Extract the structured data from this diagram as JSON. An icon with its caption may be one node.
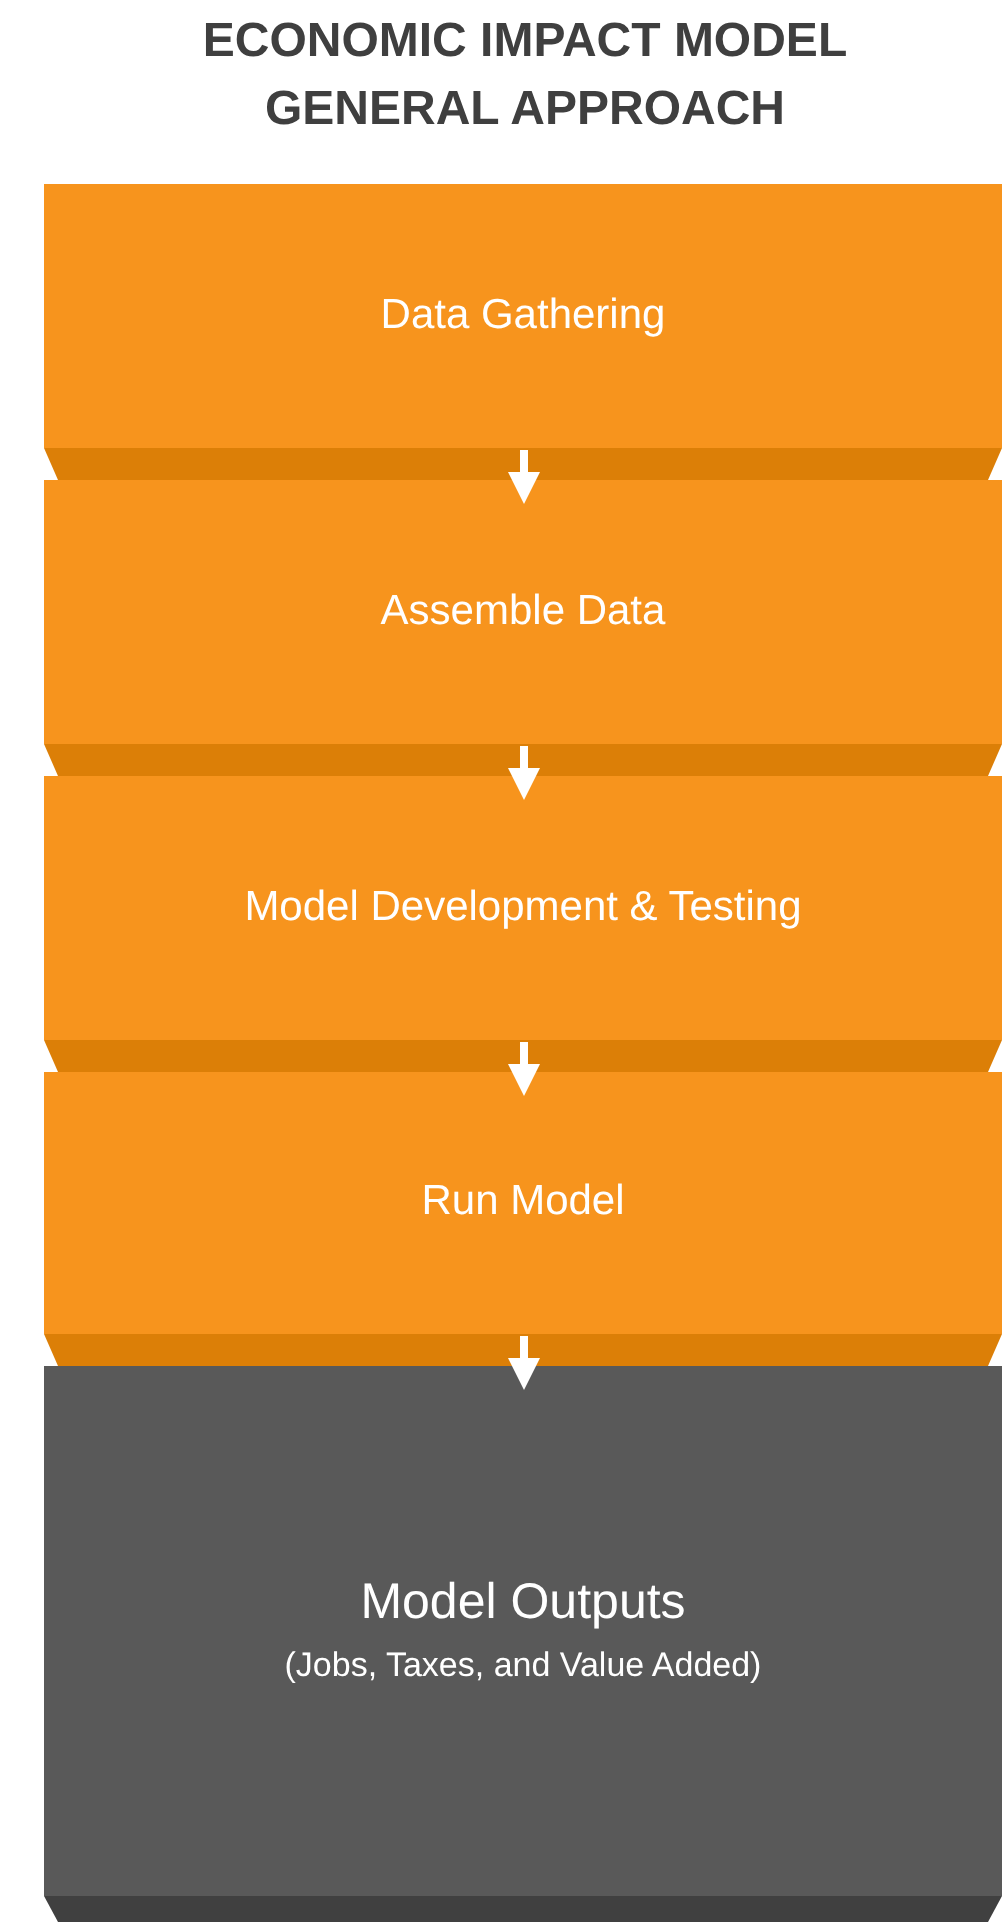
{
  "diagram": {
    "title": "ECONOMIC IMPACT MODEL GENERAL APPROACH",
    "nodes": [
      {
        "text": [
          "Data Gathering"
        ]
      },
      {
        "text": [
          "Assemble Data"
        ]
      },
      {
        "text": [
          "Model Development & Testing"
        ]
      },
      {
        "text": [
          "Run Model"
        ]
      },
      {
        "text": [
          "Model Outputs",
          "(Jobs, Taxes, and Value Added)"
        ]
      }
    ],
    "edges": [
      {
        "from": 0,
        "to": 1,
        "arrow": "to"
      },
      {
        "from": 1,
        "to": 2,
        "arrow": "to"
      },
      {
        "from": 2,
        "to": 3,
        "arrow": "to"
      },
      {
        "from": 3,
        "to": 4,
        "arrow": "to"
      }
    ]
  }
}
